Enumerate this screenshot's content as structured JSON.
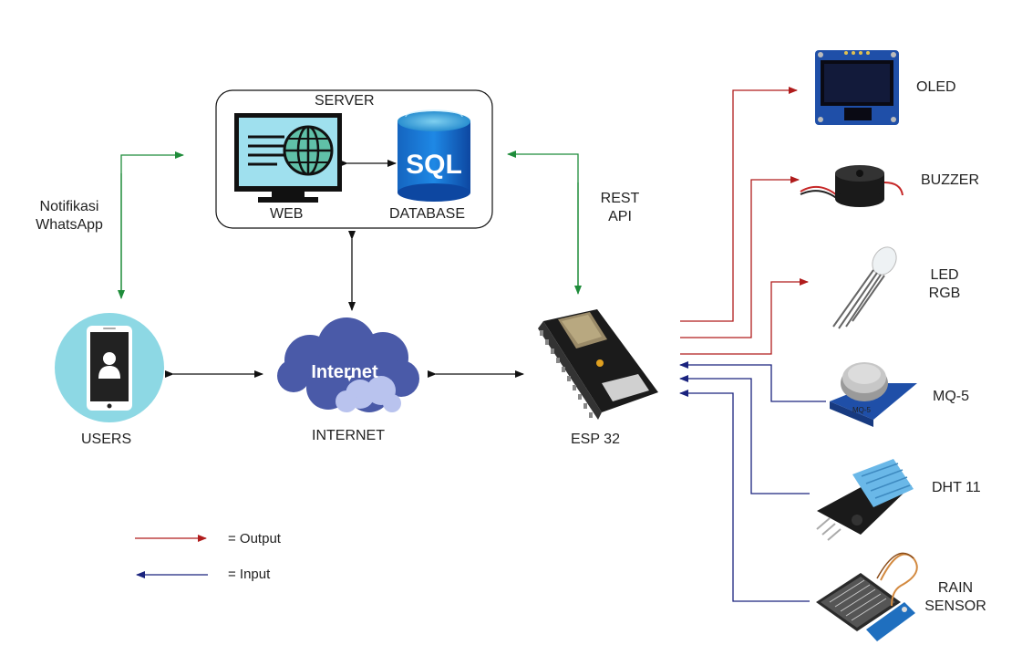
{
  "server": {
    "title": "SERVER",
    "web_label": "WEB",
    "database_label": "DATABASE",
    "sql_text": "SQL"
  },
  "users_label": "USERS",
  "internet": {
    "label": "INTERNET",
    "cloud_text": "Internet"
  },
  "esp_label": "ESP 32",
  "notifikasi_label": "Notifikasi WhatsApp",
  "rest_api_label": "REST API",
  "devices": {
    "oled": "OLED",
    "buzzer": "BUZZER",
    "led_rgb": "LED RGB",
    "mq5": "MQ-5",
    "mq5_chip": "MQ-5",
    "dht11": "DHT 11",
    "rain": "RAIN SENSOR"
  },
  "legend": {
    "output": "= Output",
    "input": "= Input"
  },
  "colors": {
    "output_line": "#b01c1c",
    "input_line": "#1a237e",
    "notif_line": "#1e8c3a",
    "bidirectional_line": "#111111"
  }
}
